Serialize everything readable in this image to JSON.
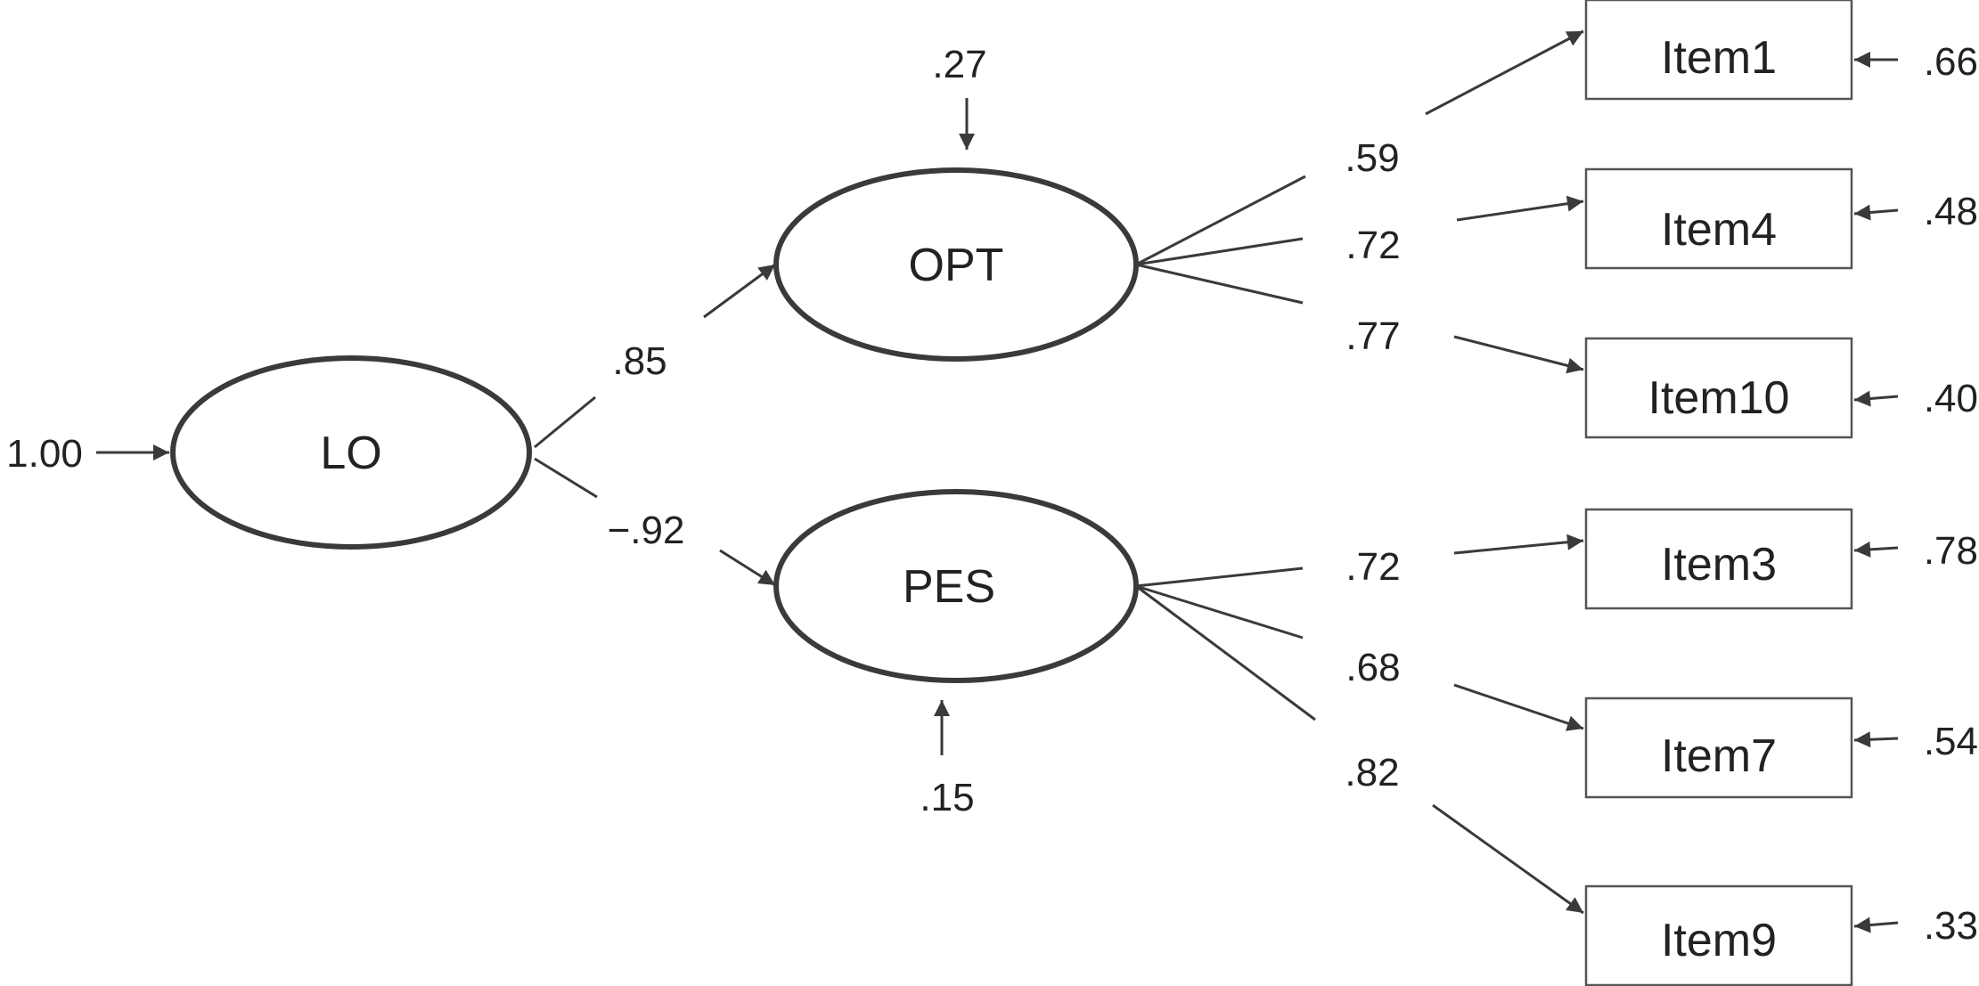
{
  "latent": {
    "lo": "LO",
    "opt": "OPT",
    "pes": "PES"
  },
  "items": {
    "item1": "Item1",
    "item4": "Item4",
    "item10": "Item10",
    "item3": "Item3",
    "item7": "Item7",
    "item9": "Item9"
  },
  "paths": {
    "lo_variance": "1.00",
    "lo_to_opt": ".85",
    "lo_to_pes": "−.92",
    "opt_disturbance": ".27",
    "pes_disturbance": ".15"
  },
  "loadings": {
    "item1": ".59",
    "item4": ".72",
    "item10": ".77",
    "item3": ".72",
    "item7": ".68",
    "item9": ".82"
  },
  "errors": {
    "item1": ".66",
    "item4": ".48",
    "item10": ".40",
    "item3": ".78",
    "item7": ".54",
    "item9": ".33"
  }
}
